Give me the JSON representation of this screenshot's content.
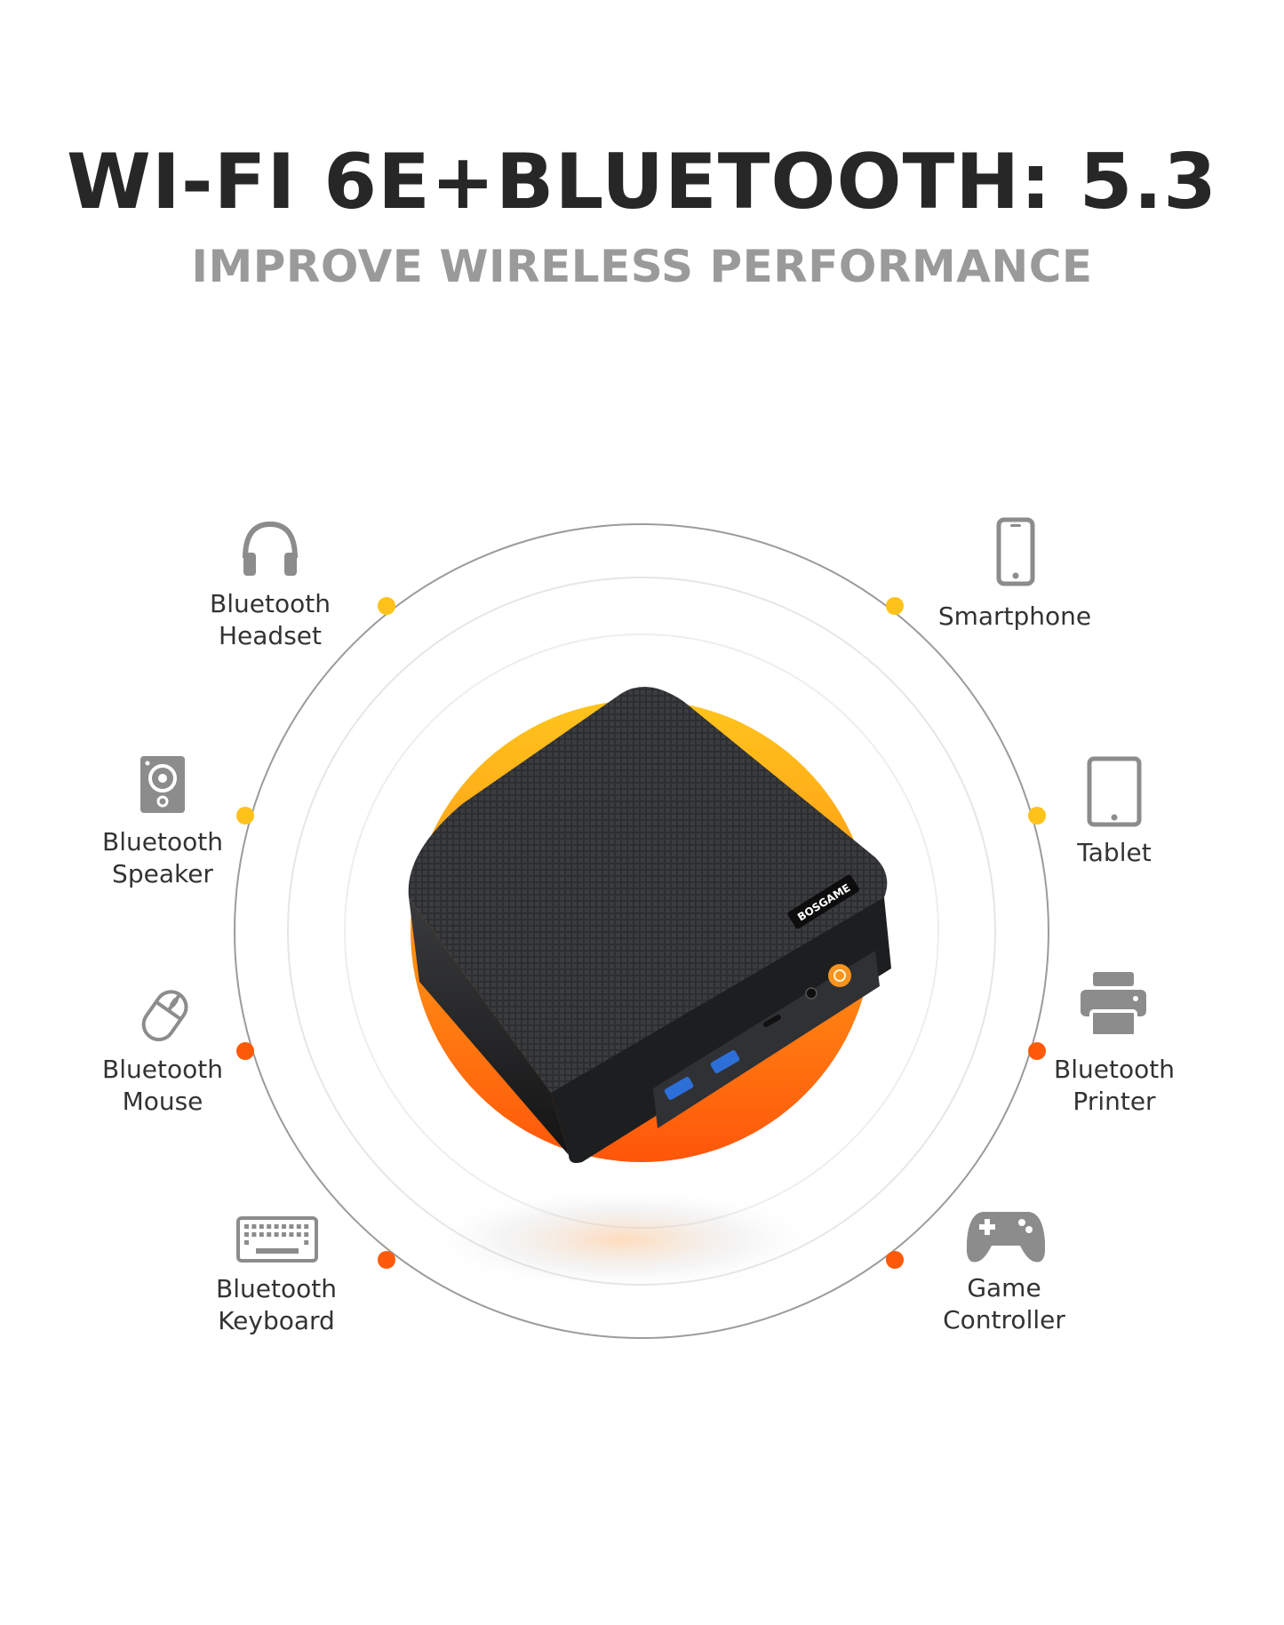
{
  "header": {
    "title": "WI-FI 6E+BLUETOOTH: 5.3",
    "subtitle": "IMPROVE WIRELESS PERFORMANCE"
  },
  "product": {
    "brand": "BOSGAME"
  },
  "colors": {
    "title": "#272727",
    "subtitle": "#9a9a9a",
    "dot_yellow": "#ffc21a",
    "dot_orange": "#ff5a0a",
    "accent_gradient_top": "#ffbf1a",
    "accent_gradient_bottom": "#ff5a0a",
    "icon_gray": "#8c8c8c"
  },
  "devices": [
    {
      "id": "headset",
      "label": "Bluetooth\nHeadset",
      "icon": "headphones-icon",
      "dot": "yellow"
    },
    {
      "id": "smartphone",
      "label": "Smartphone",
      "icon": "smartphone-icon",
      "dot": "yellow"
    },
    {
      "id": "speaker",
      "label": "Bluetooth\nSpeaker",
      "icon": "speaker-icon",
      "dot": "yellow"
    },
    {
      "id": "tablet",
      "label": "Tablet",
      "icon": "tablet-icon",
      "dot": "yellow"
    },
    {
      "id": "mouse",
      "label": "Bluetooth\nMouse",
      "icon": "mouse-icon",
      "dot": "orange"
    },
    {
      "id": "printer",
      "label": "Bluetooth\nPrinter",
      "icon": "printer-icon",
      "dot": "orange"
    },
    {
      "id": "keyboard",
      "label": "Bluetooth\nKeyboard",
      "icon": "keyboard-icon",
      "dot": "orange"
    },
    {
      "id": "controller",
      "label": "Game\nController",
      "icon": "game-controller-icon",
      "dot": "orange"
    }
  ]
}
